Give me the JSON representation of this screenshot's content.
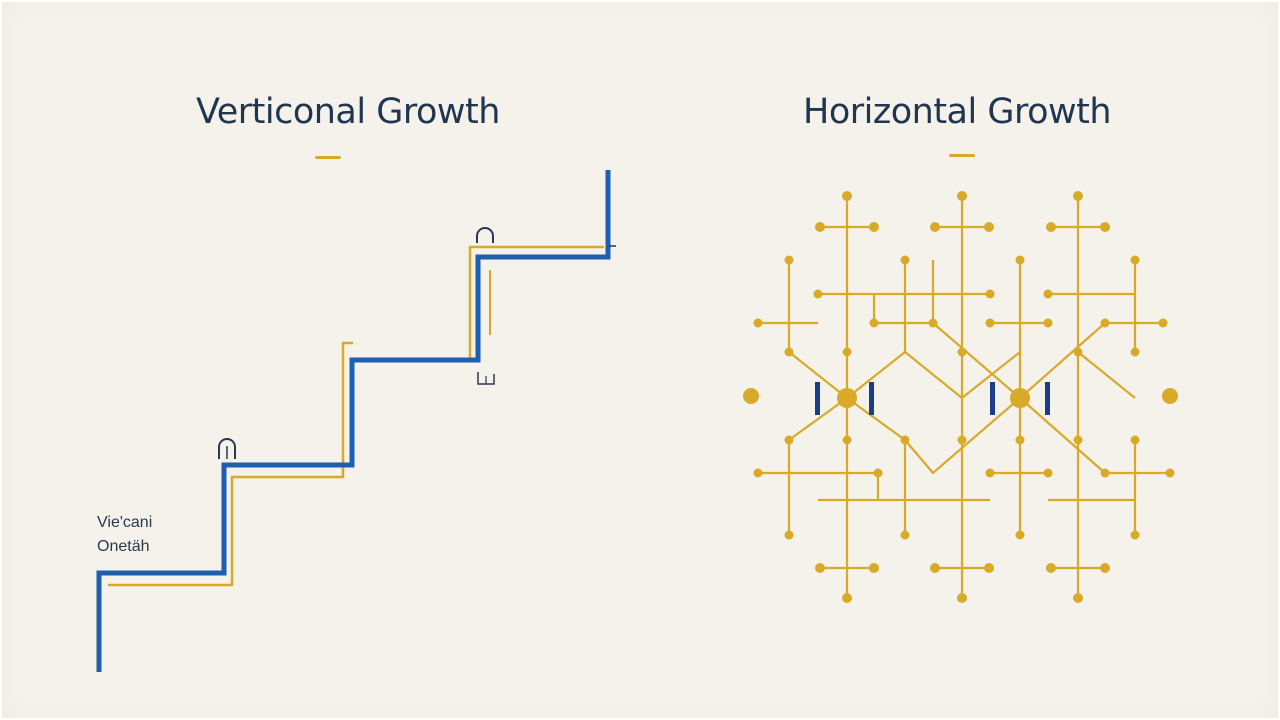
{
  "left_panel": {
    "title": "Verticonal Growth",
    "label_line1": "Vie'cani",
    "label_line2": "Onetäh"
  },
  "right_panel": {
    "title": "Horizontal Growth"
  },
  "colors": {
    "background": "#f4f2ea",
    "title": "#1f3550",
    "blue": "#1e5fb0",
    "gold": "#d9a928",
    "navy": "#1b3f86"
  },
  "icons": [
    "arch-icon",
    "arch-icon",
    "small-box-icon",
    "tick-icon"
  ]
}
